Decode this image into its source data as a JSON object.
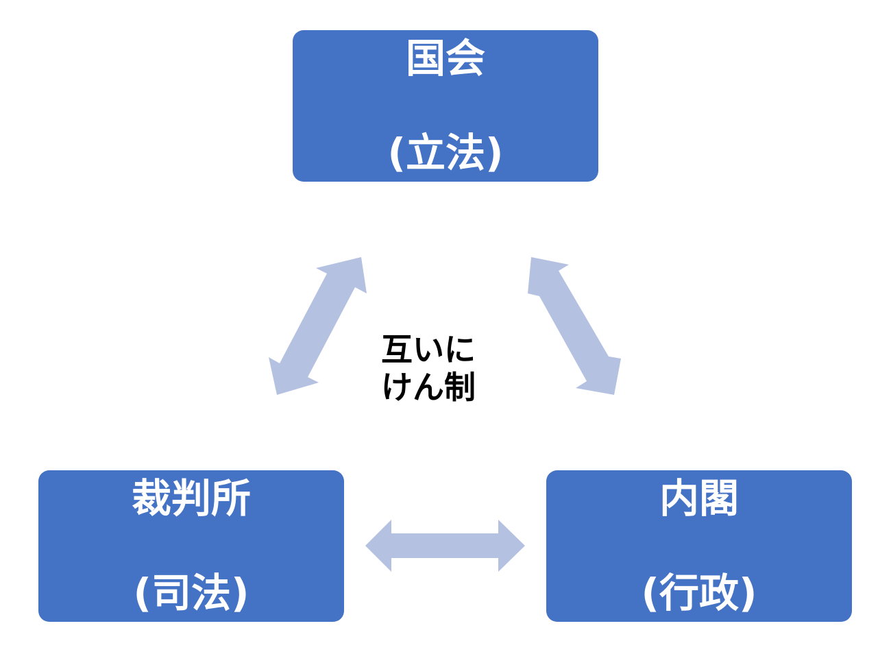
{
  "colors": {
    "box_fill": "#4472c4",
    "box_text": "#ffffff",
    "arrow_fill": "#b4c1e1",
    "label_text": "#000000"
  },
  "nodes": {
    "legislature": {
      "name": "国会",
      "role": "(立法)"
    },
    "judiciary": {
      "name": "裁判所",
      "role": "(司法)"
    },
    "executive": {
      "name": "内閣",
      "role": "(行政)"
    }
  },
  "edges": [
    {
      "from": "legislature",
      "to": "judiciary",
      "type": "bidirectional"
    },
    {
      "from": "legislature",
      "to": "executive",
      "type": "bidirectional"
    },
    {
      "from": "judiciary",
      "to": "executive",
      "type": "bidirectional"
    }
  ],
  "center_label": {
    "line1": "互いに",
    "line2": "けん制"
  }
}
